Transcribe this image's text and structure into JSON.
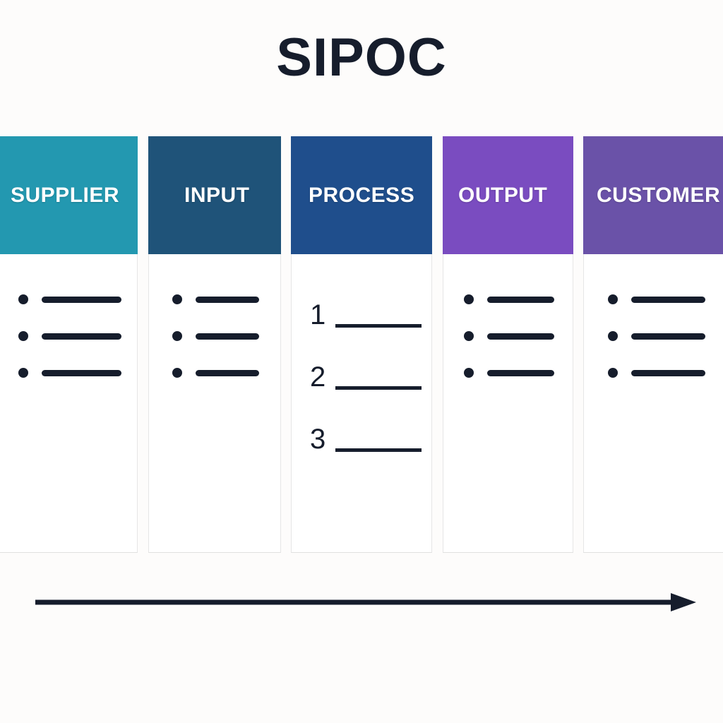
{
  "page": {
    "title": "SIPOC",
    "background_color": "#fdfcfb",
    "ink_color": "#161d2c"
  },
  "board": {
    "columns": [
      {
        "key": "supplier",
        "label": "SUPPLIER",
        "header_color": "#2398b0",
        "body_color": "#ffffff",
        "content_type": "bullets",
        "items": [
          {
            "marker": "bullet",
            "text": ""
          },
          {
            "marker": "bullet",
            "text": ""
          },
          {
            "marker": "bullet",
            "text": ""
          }
        ]
      },
      {
        "key": "input",
        "label": "INPUT",
        "header_color": "#1f5379",
        "body_color": "#ffffff",
        "content_type": "bullets",
        "items": [
          {
            "marker": "bullet",
            "text": ""
          },
          {
            "marker": "bullet",
            "text": ""
          },
          {
            "marker": "bullet",
            "text": ""
          }
        ]
      },
      {
        "key": "process",
        "label": "PROCESS",
        "header_color": "#1f4e8c",
        "body_color": "#ffffff",
        "content_type": "numbered",
        "items": [
          {
            "marker": "1",
            "text": ""
          },
          {
            "marker": "2",
            "text": ""
          },
          {
            "marker": "3",
            "text": ""
          }
        ]
      },
      {
        "key": "output",
        "label": "OUTPUT",
        "header_color": "#7a4cc0",
        "body_color": "#ffffff",
        "content_type": "bullets",
        "items": [
          {
            "marker": "bullet",
            "text": ""
          },
          {
            "marker": "bullet",
            "text": ""
          },
          {
            "marker": "bullet",
            "text": ""
          }
        ]
      },
      {
        "key": "customer",
        "label": "CUSTOMER",
        "header_color": "#6a52a8",
        "body_color": "#ffffff",
        "content_type": "bullets",
        "items": [
          {
            "marker": "bullet",
            "text": ""
          },
          {
            "marker": "bullet",
            "text": ""
          },
          {
            "marker": "bullet",
            "text": ""
          }
        ]
      }
    ]
  },
  "flow_arrow": {
    "icon": "arrow-right-icon",
    "direction": "right",
    "color": "#161d2c",
    "label": ""
  }
}
